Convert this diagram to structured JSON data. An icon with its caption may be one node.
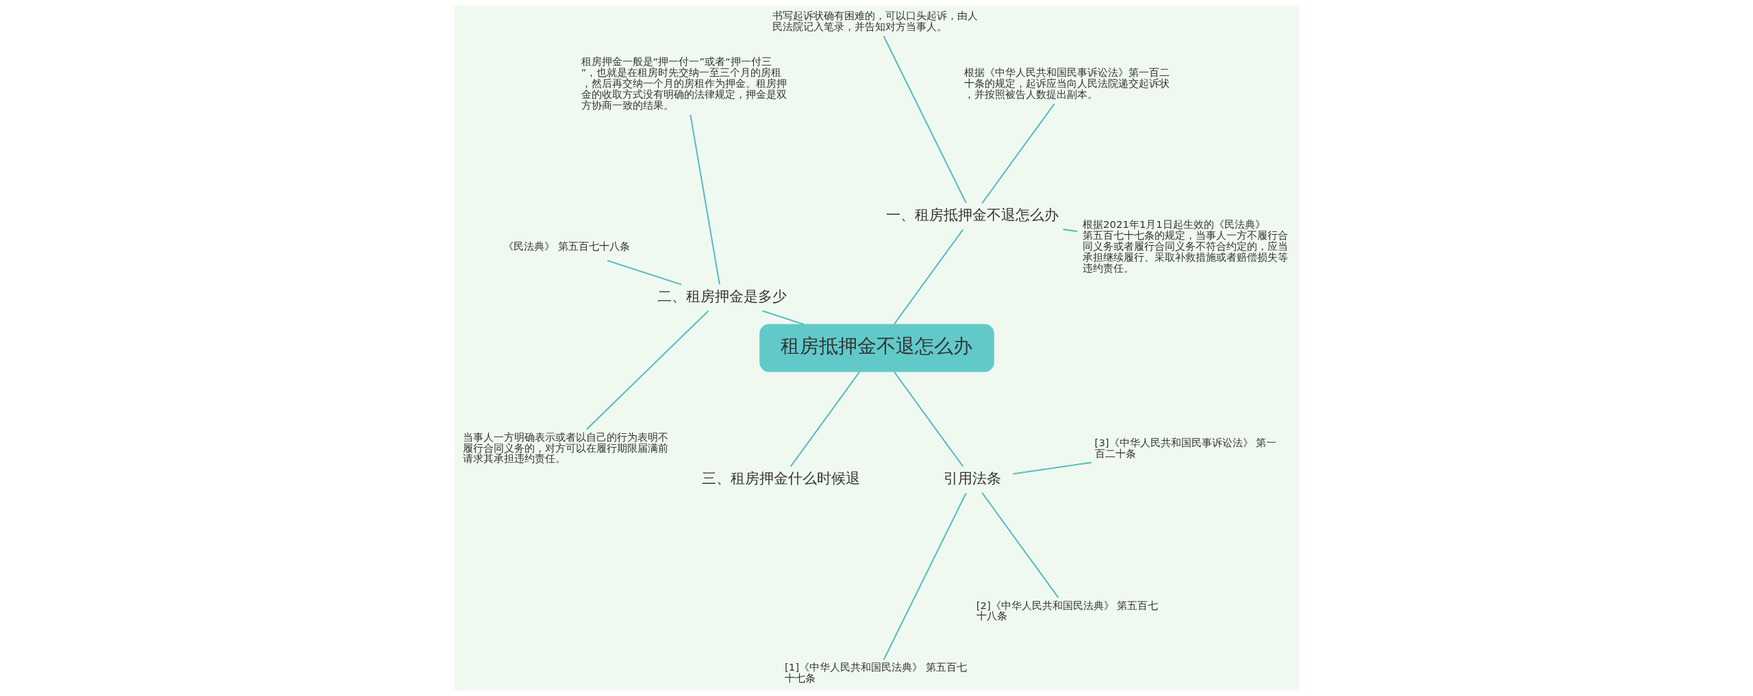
{
  "diagram": {
    "nodes": [
      {
        "text": [
          "租房抵押金不退怎么办"
        ]
      },
      {
        "text": [
          "一、租房抵押金不退怎么办"
        ]
      },
      {
        "text": [
          "根据2021年1月1日起生效的《民法典》第五百七十七条的规定，当事人一方不履行合同义务或者履行合同义务不符合约定的，应当承担继续履行、采取补救措施或者赔偿损失等违约责任。"
        ]
      },
      {
        "text": [
          "根据《中华人民共和国民事诉讼法》第一百二十条的规定，起诉应当向人民法院递交起诉状，并按照被告人数提出副本。"
        ]
      },
      {
        "text": [
          "书写起诉状确有困难的，可以口头起诉，由人民法院记入笔录，并告知对方当事人。"
        ]
      },
      {
        "text": [
          "二、租房押金是多少"
        ]
      },
      {
        "text": [
          "租房押金一般是“押一付一”或者“押一付三”，也就是在租房时先交纳一至三个月的房租，然后再交纳一个月的房租作为押金。租房押金的收取方式没有明确的法律规定，押金是双方协商一致的结果。"
        ]
      },
      {
        "text": [
          "《民法典》 第五百七十八条"
        ]
      },
      {
        "text": [
          "当事人一方明确表示或者以自己的行为表明不履行合同义务的，对方可以在履行期限届满前请求其承担违约责任。"
        ]
      },
      {
        "text": [
          "三、租房押金什么时候退"
        ]
      },
      {
        "text": [
          "引用法条"
        ]
      },
      {
        "text": [
          "[1]《中华人民共和国民法典》 第五百七十七条"
        ]
      },
      {
        "text": [
          "[2]《中华人民共和国民法典》 第五百七十八条"
        ]
      },
      {
        "text": [
          "[3]《中华人民共和国民事诉讼法》 第一百二十条"
        ]
      }
    ],
    "edges": [
      {
        "from": 0,
        "to": 1,
        "arrow": "none"
      },
      {
        "from": 1,
        "to": 2,
        "arrow": "none"
      },
      {
        "from": 1,
        "to": 3,
        "arrow": "none"
      },
      {
        "from": 1,
        "to": 4,
        "arrow": "none"
      },
      {
        "from": 0,
        "to": 5,
        "arrow": "none"
      },
      {
        "from": 5,
        "to": 6,
        "arrow": "none"
      },
      {
        "from": 5,
        "to": 7,
        "arrow": "none"
      },
      {
        "from": 5,
        "to": 8,
        "arrow": "none"
      },
      {
        "from": 0,
        "to": 9,
        "arrow": "none"
      },
      {
        "from": 0,
        "to": 10,
        "arrow": "none"
      },
      {
        "from": 10,
        "to": 11,
        "arrow": "none"
      },
      {
        "from": 10,
        "to": 12,
        "arrow": "none"
      },
      {
        "from": 10,
        "to": 13,
        "arrow": "none"
      }
    ]
  }
}
